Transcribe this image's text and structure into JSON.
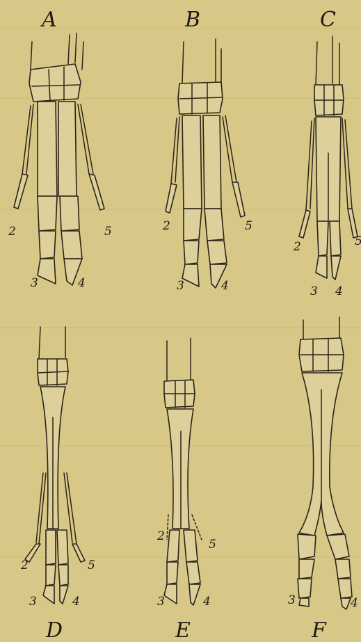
{
  "panels": [
    {
      "letter": "A",
      "digits": [
        "2",
        "5",
        "3",
        "4"
      ]
    },
    {
      "letter": "B",
      "digits": [
        "2",
        "5",
        "3",
        "4"
      ]
    },
    {
      "letter": "C",
      "digits": [
        "2",
        "5",
        "3",
        "4"
      ]
    },
    {
      "letter": "D",
      "digits": [
        "2",
        "5",
        "3",
        "4"
      ]
    },
    {
      "letter": "E",
      "digits": [
        "2",
        "5",
        "3",
        "4"
      ]
    },
    {
      "letter": "F",
      "digits": [
        "3",
        "4"
      ]
    }
  ]
}
